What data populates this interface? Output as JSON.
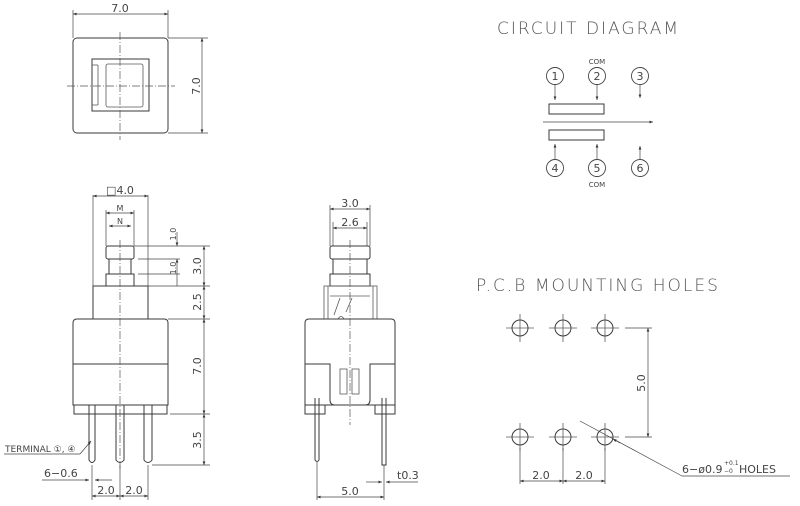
{
  "top_view": {
    "width_dim": "7.0",
    "height_dim": "7.0"
  },
  "front_view": {
    "cap_dim": "□4.0",
    "m_label": "M",
    "n_label": "N",
    "dim_1a": "1.0",
    "dim_1b": "1.0",
    "dim_3": "3.0",
    "dim_25": "2.5",
    "dim_7": "7.0",
    "dim_35": "3.5",
    "terminal_label": "TERMINAL ①, ④",
    "pin_dim": "6−0.6",
    "pitch_1": "2.0",
    "pitch_2": "2.0"
  },
  "side_view": {
    "dim_30": "3.0",
    "dim_26": "2.6",
    "dim_50": "5.0",
    "thickness": "t0.3"
  },
  "circuit": {
    "title": "CIRCUIT DIAGRAM",
    "top_pins": [
      "1",
      "2",
      "3"
    ],
    "bottom_pins": [
      "4",
      "5",
      "6"
    ],
    "com_top": "COM",
    "com_bottom": "COM"
  },
  "pcb": {
    "title": "P.C.B MOUNTING HOLES",
    "vertical_dim": "5.0",
    "pitch_1": "2.0",
    "pitch_2": "2.0",
    "holes_label_main": "6−ø0.9",
    "tol_plus": "+0.1",
    "tol_minus": "−0",
    "holes_label_suffix": "HOLES"
  }
}
